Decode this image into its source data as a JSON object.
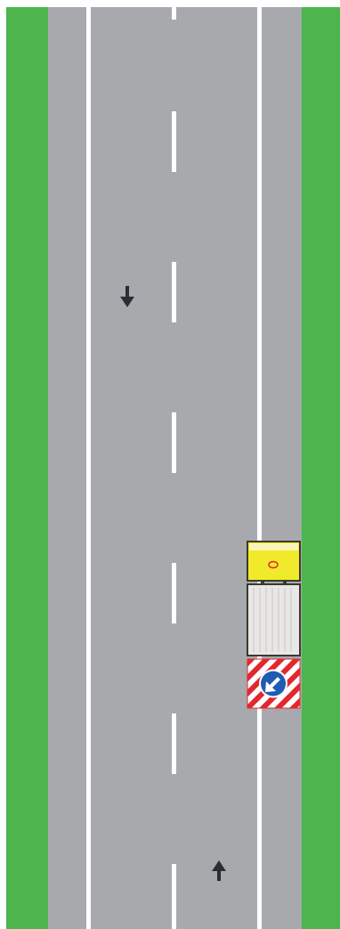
{
  "scene": {
    "type": "road-diagram",
    "road": {
      "lanes": 2,
      "lane_directions": [
        "down",
        "up"
      ],
      "center_line": "dashed",
      "edge_lines": "solid"
    },
    "vehicle": {
      "kind": "work-vehicle",
      "position_lane": "up-lane",
      "rear_panel": {
        "pattern": "red-white-diagonal-stripes",
        "sign": "keep-left-arrow"
      }
    },
    "arrows": [
      {
        "name": "down-direction-arrow",
        "direction": "down"
      },
      {
        "name": "up-direction-arrow",
        "direction": "up"
      }
    ],
    "colors": {
      "grass": "#4db54e",
      "asphalt": "#a7a9ad",
      "line": "#ffffff",
      "arrow": "#2a2d33",
      "truck_cab": "#f1ea2a",
      "truck_body": "#e9e7e6",
      "truck_frame": "#3a3a2c",
      "panel_red": "#e2282f",
      "sign_blue": "#1f5cb3"
    }
  }
}
